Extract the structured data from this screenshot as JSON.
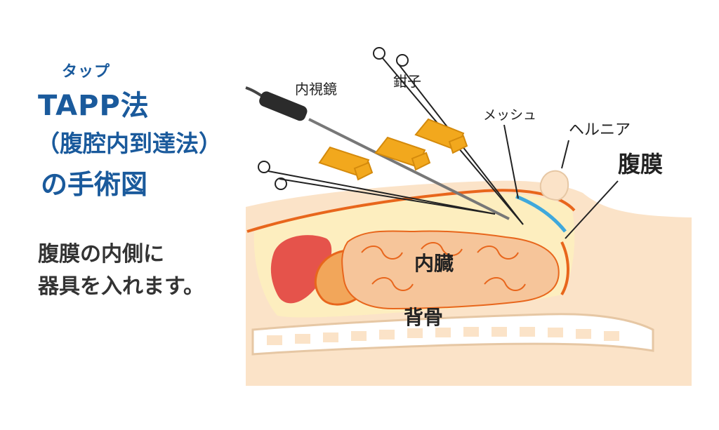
{
  "heading": {
    "ruby": "タップ",
    "line1": "TAPP法",
    "line2": "（腹腔内到達法）",
    "line3": "の手術図"
  },
  "description": {
    "line1": "腹膜の内側に",
    "line2": "器具を入れます。"
  },
  "labels": {
    "endoscope": "内視鏡",
    "forceps": "鉗子",
    "mesh": "メッシュ",
    "hernia": "ヘルニア",
    "peritoneum": "腹膜",
    "viscera": "内臓",
    "spine": "背骨"
  },
  "colors": {
    "title_blue": "#1a5a9c",
    "skin": "#fbe3c8",
    "cavity": "#fdeebf",
    "peritoneum_line": "#e8661c",
    "intestine": "#f6c59a",
    "liver": "#e5534b",
    "trocar": "#f2a81d",
    "mesh": "#3fa8dc"
  }
}
